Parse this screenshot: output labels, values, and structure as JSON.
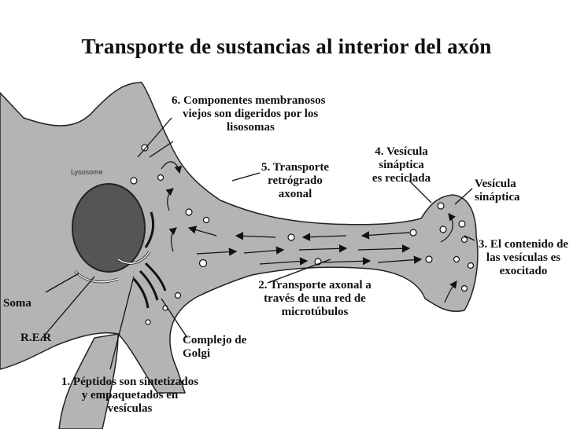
{
  "title": "Transporte de sustancias al interior del axón",
  "labels": {
    "step6": [
      "6. Componentes membranosos",
      "viejos  son digeridos  por  los",
      "lisosomas"
    ],
    "lysosome": "Lysosome",
    "step5": [
      "5. Transporte",
      "retrógrado",
      "axonal"
    ],
    "step4": [
      "4. Vesícula",
      "sináptica",
      "es reciclada"
    ],
    "vesicula": [
      "Vesícula",
      "sináptica"
    ],
    "step3": [
      "3. El contenido de",
      "las  vesículas  es",
      "exocitado"
    ],
    "step2": [
      "2. Transporte axonal a",
      "través de una red de",
      "microtúbulos"
    ],
    "soma": "Soma",
    "rer": "R.E.R",
    "golgi": [
      "Complejo de",
      "Golgi"
    ],
    "step1": [
      "1. Péptidos son sintetizados",
      "y empaquetados en",
      "vesículas"
    ]
  },
  "colors": {
    "cell_fill": "#b4b4b4",
    "nucleus_fill": "#555555",
    "ink": "#111111"
  }
}
